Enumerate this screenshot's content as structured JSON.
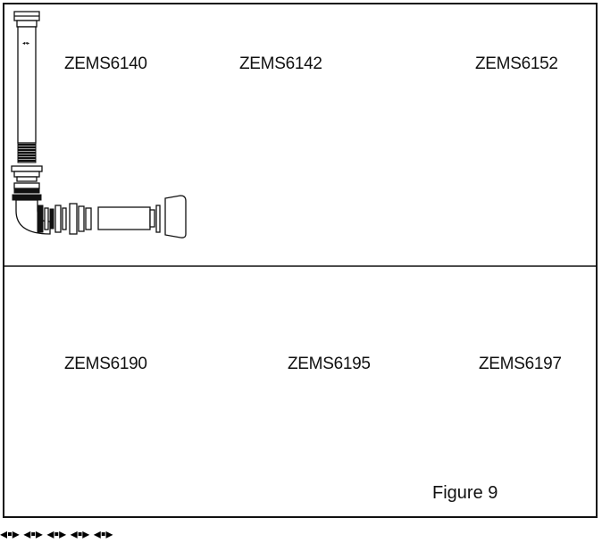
{
  "figure": {
    "caption": "Figure 9",
    "border_color": "#111111",
    "background": "#ffffff"
  },
  "kits": [
    {
      "id": "k1",
      "label": "ZEMS6140"
    },
    {
      "id": "k2",
      "label": "ZEMS6142"
    },
    {
      "id": "k3",
      "label": "ZEMS6152"
    },
    {
      "id": "k4",
      "label": "ZEMS6190"
    },
    {
      "id": "k5",
      "label": "ZEMS6195"
    },
    {
      "id": "k6",
      "label": "ZEMS6197"
    }
  ]
}
